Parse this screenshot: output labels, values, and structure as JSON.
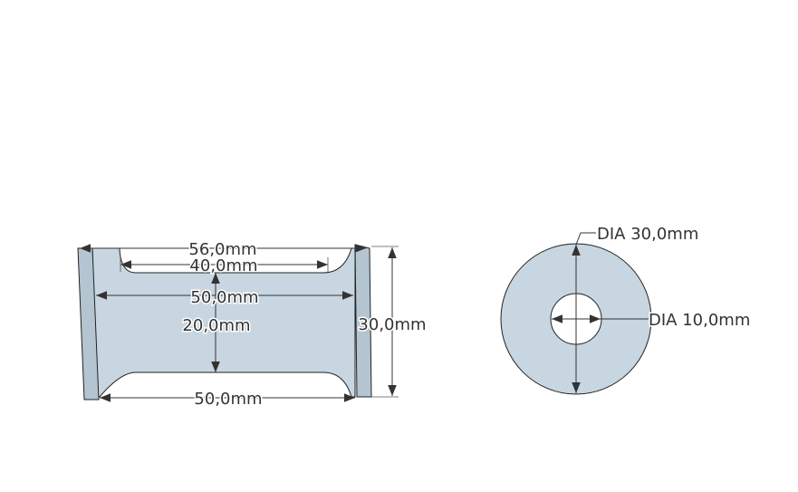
{
  "colors": {
    "part_fill": "#c7d6e0",
    "flange_fill": "#b4c4d1",
    "outline": "#222222",
    "dimension": "#333333",
    "background": "#ffffff"
  },
  "side_view": {
    "dims": {
      "overall_length": "56,0mm",
      "neck_length": "40,0mm",
      "body_length_top": "50,0mm",
      "center_height": "20,0mm",
      "body_length_bottom": "50,0mm",
      "outer_height": "30,0mm"
    }
  },
  "end_view": {
    "dims": {
      "outer_diameter": "DIA 30,0mm",
      "inner_diameter": "DIA 10,0mm"
    }
  }
}
